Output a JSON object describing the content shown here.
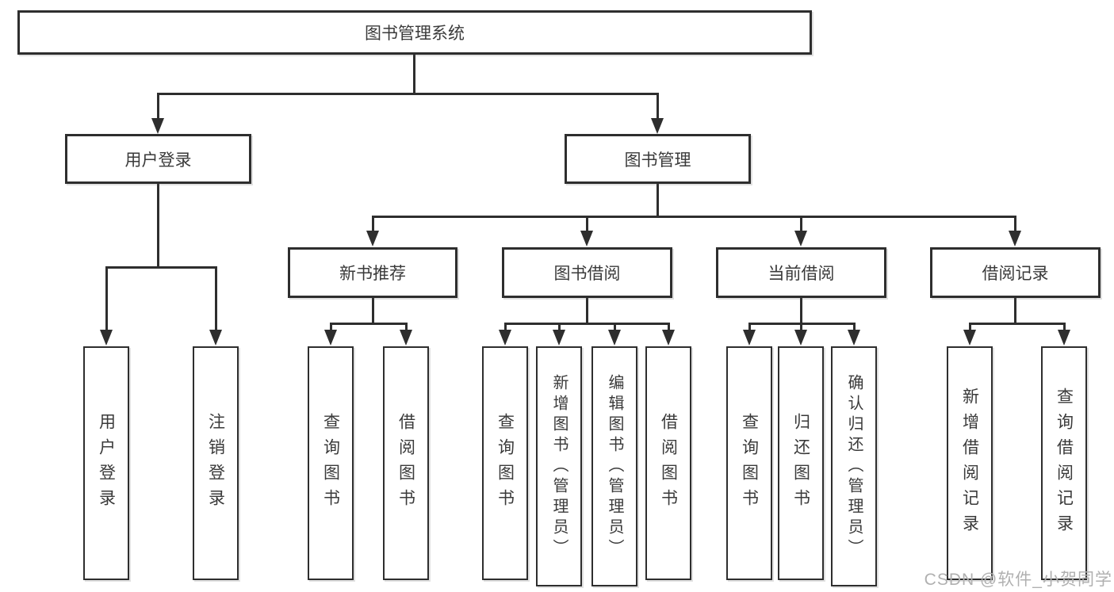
{
  "diagram_title": "图书管理系统",
  "tree": {
    "label": "图书管理系统",
    "children": [
      {
        "label": "用户登录",
        "children": [
          {
            "label": "用户登录"
          },
          {
            "label": "注销登录"
          }
        ]
      },
      {
        "label": "图书管理",
        "children": [
          {
            "label": "新书推荐",
            "children": [
              {
                "label": "查询图书"
              },
              {
                "label": "借阅图书"
              }
            ]
          },
          {
            "label": "图书借阅",
            "children": [
              {
                "label": "查询图书"
              },
              {
                "label": "新增图书（管理员）"
              },
              {
                "label": "编辑图书（管理员）"
              },
              {
                "label": "借阅图书"
              }
            ]
          },
          {
            "label": "当前借阅",
            "children": [
              {
                "label": "查询图书"
              },
              {
                "label": "归还图书"
              },
              {
                "label": "确认归还（管理员）"
              }
            ]
          },
          {
            "label": "借阅记录",
            "children": [
              {
                "label": "新增借阅记录"
              },
              {
                "label": "查询借阅记录"
              }
            ]
          }
        ]
      }
    ]
  },
  "watermark": {
    "text": "CSDN @软件_小贺同学"
  },
  "colors": {
    "line": "#2e2e2e",
    "text": "#3a3a3a",
    "watermark": "#b0b0b0",
    "background": "#ffffff"
  }
}
